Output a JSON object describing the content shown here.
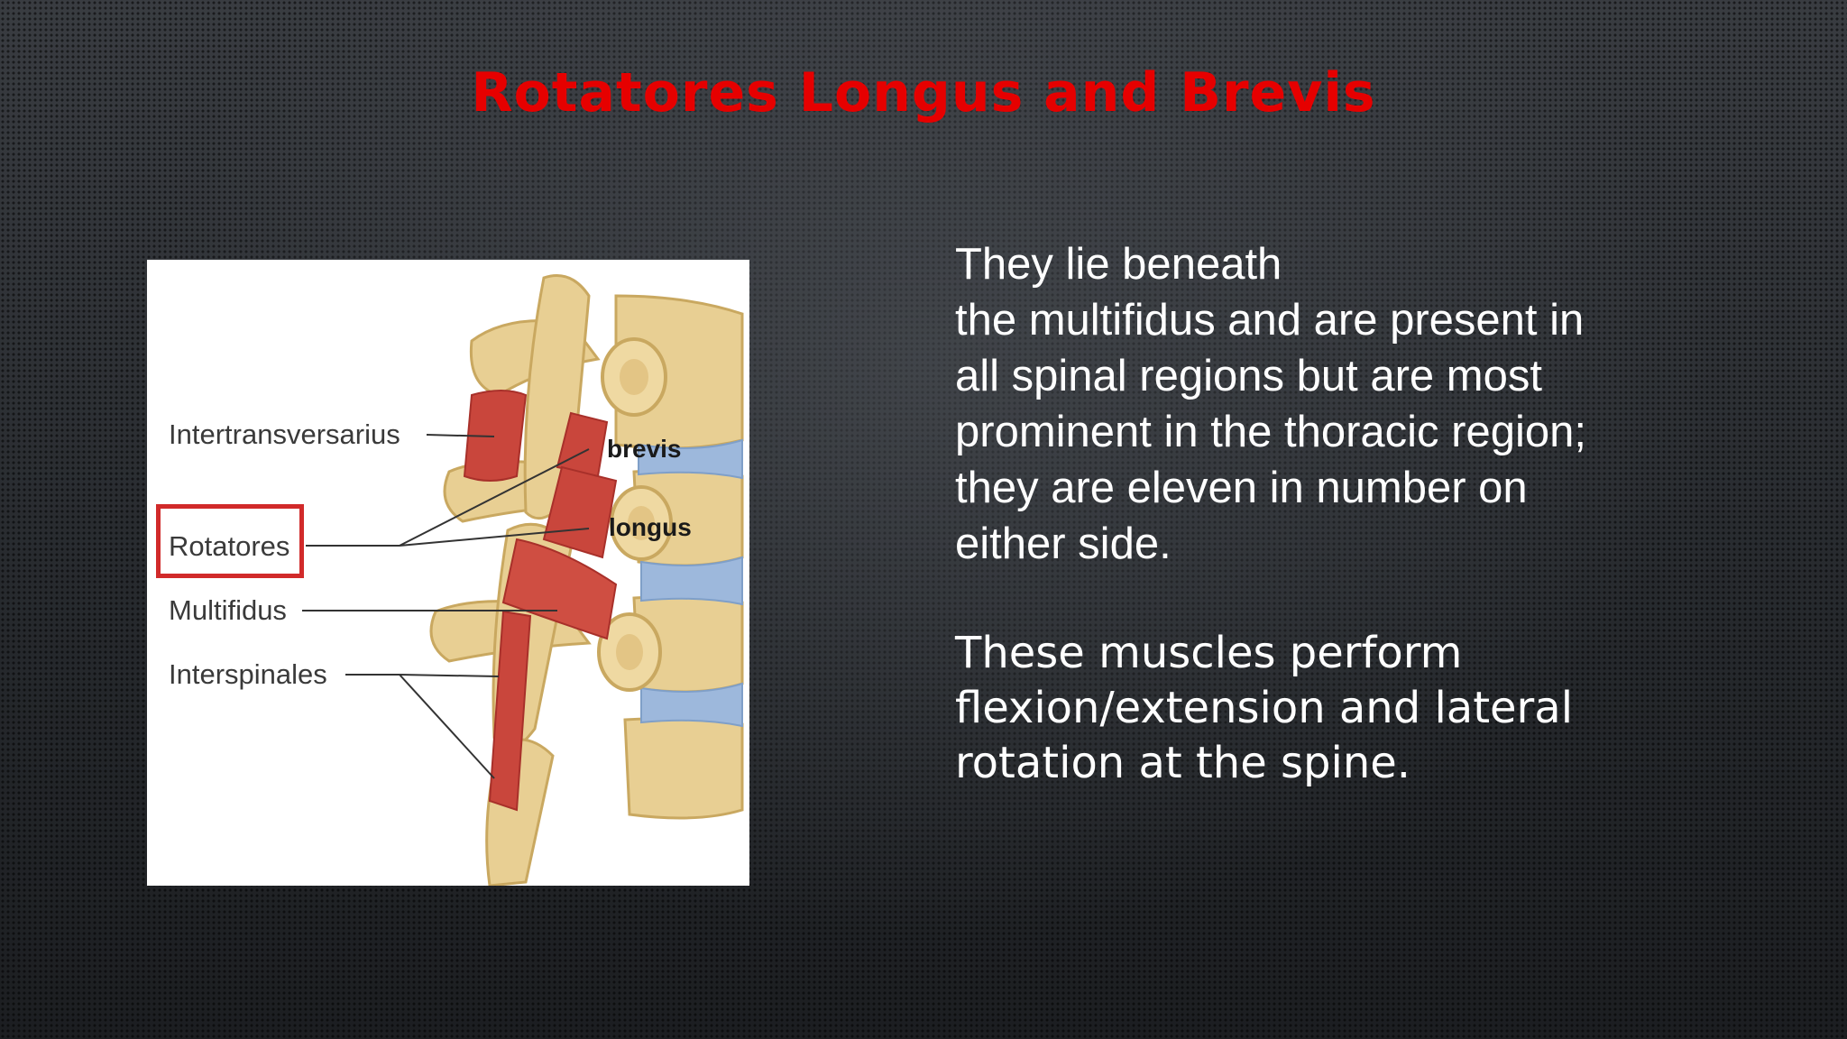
{
  "slide": {
    "title": "Rotatores Longus and Brevis",
    "title_color": "#e60000",
    "background_color": "#2a2d31"
  },
  "figure": {
    "labels": {
      "intertransversarius": "Intertransversarius",
      "rotatores": "Rotatores",
      "multifidus": "Multifidus",
      "interspinales": "Interspinales",
      "brevis": "brevis",
      "longus": "longus"
    },
    "highlight_color": "#d12a2a",
    "bone_color": "#e8cf93",
    "muscle_color": "#c9463c",
    "disc_color": "#9db8dc"
  },
  "text": {
    "paragraph_1": [
      "They lie beneath",
      "the multifidus and are present in",
      "all spinal regions but are most",
      "prominent in the thoracic region;",
      "they are eleven in number on",
      "either side."
    ],
    "paragraph_2": [
      "These muscles perform",
      "flexion/extension and lateral",
      "rotation at the spine."
    ]
  }
}
